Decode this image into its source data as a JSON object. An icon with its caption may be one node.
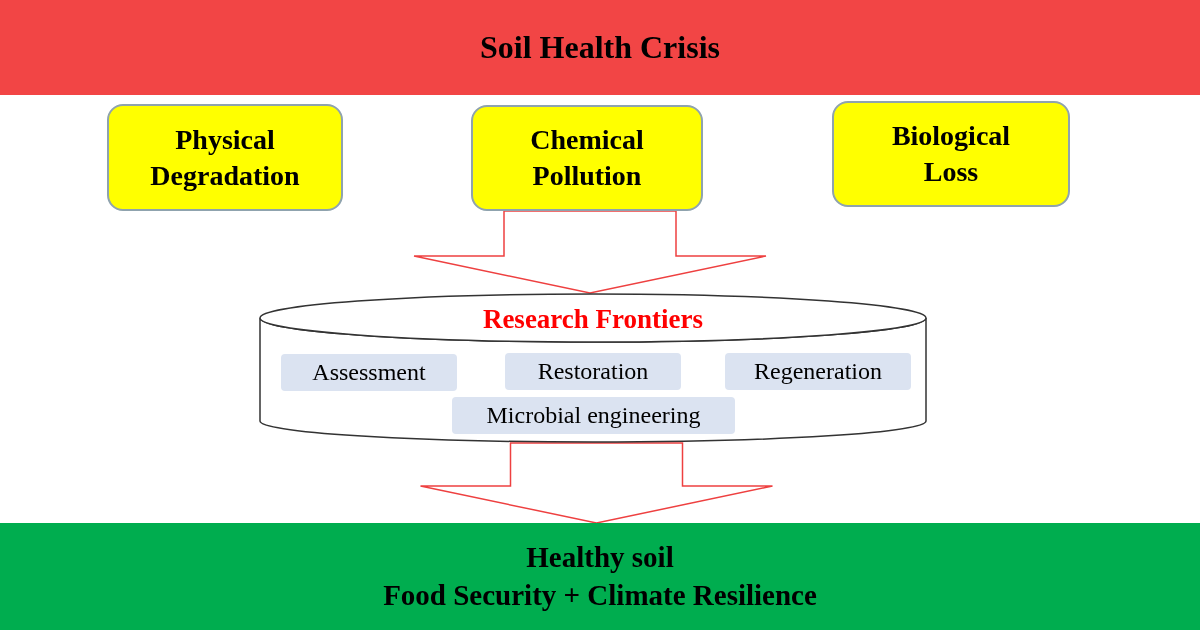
{
  "diagram": {
    "nodes": [
      {
        "text": [
          "Soil Health Crisis"
        ]
      },
      {
        "text": [
          "Physical Degradation"
        ]
      },
      {
        "text": [
          "Chemical Pollution"
        ]
      },
      {
        "text": [
          "Biological Loss"
        ]
      },
      {
        "text": [
          "Research Frontiers"
        ]
      },
      {
        "text": [
          "Assessment"
        ],
        "in": 4
      },
      {
        "text": [
          "Restoration"
        ],
        "in": 4
      },
      {
        "text": [
          "Regeneration"
        ],
        "in": 4
      },
      {
        "text": [
          "Microbial engineering"
        ],
        "in": 4
      },
      {
        "text": [
          "Healthy soil",
          "Food Security + Climate Resilience"
        ]
      }
    ],
    "edges": [
      {
        "from": 2,
        "to": 4,
        "arrow": "to"
      },
      {
        "from": 4,
        "to": 9,
        "arrow": "to"
      }
    ]
  }
}
